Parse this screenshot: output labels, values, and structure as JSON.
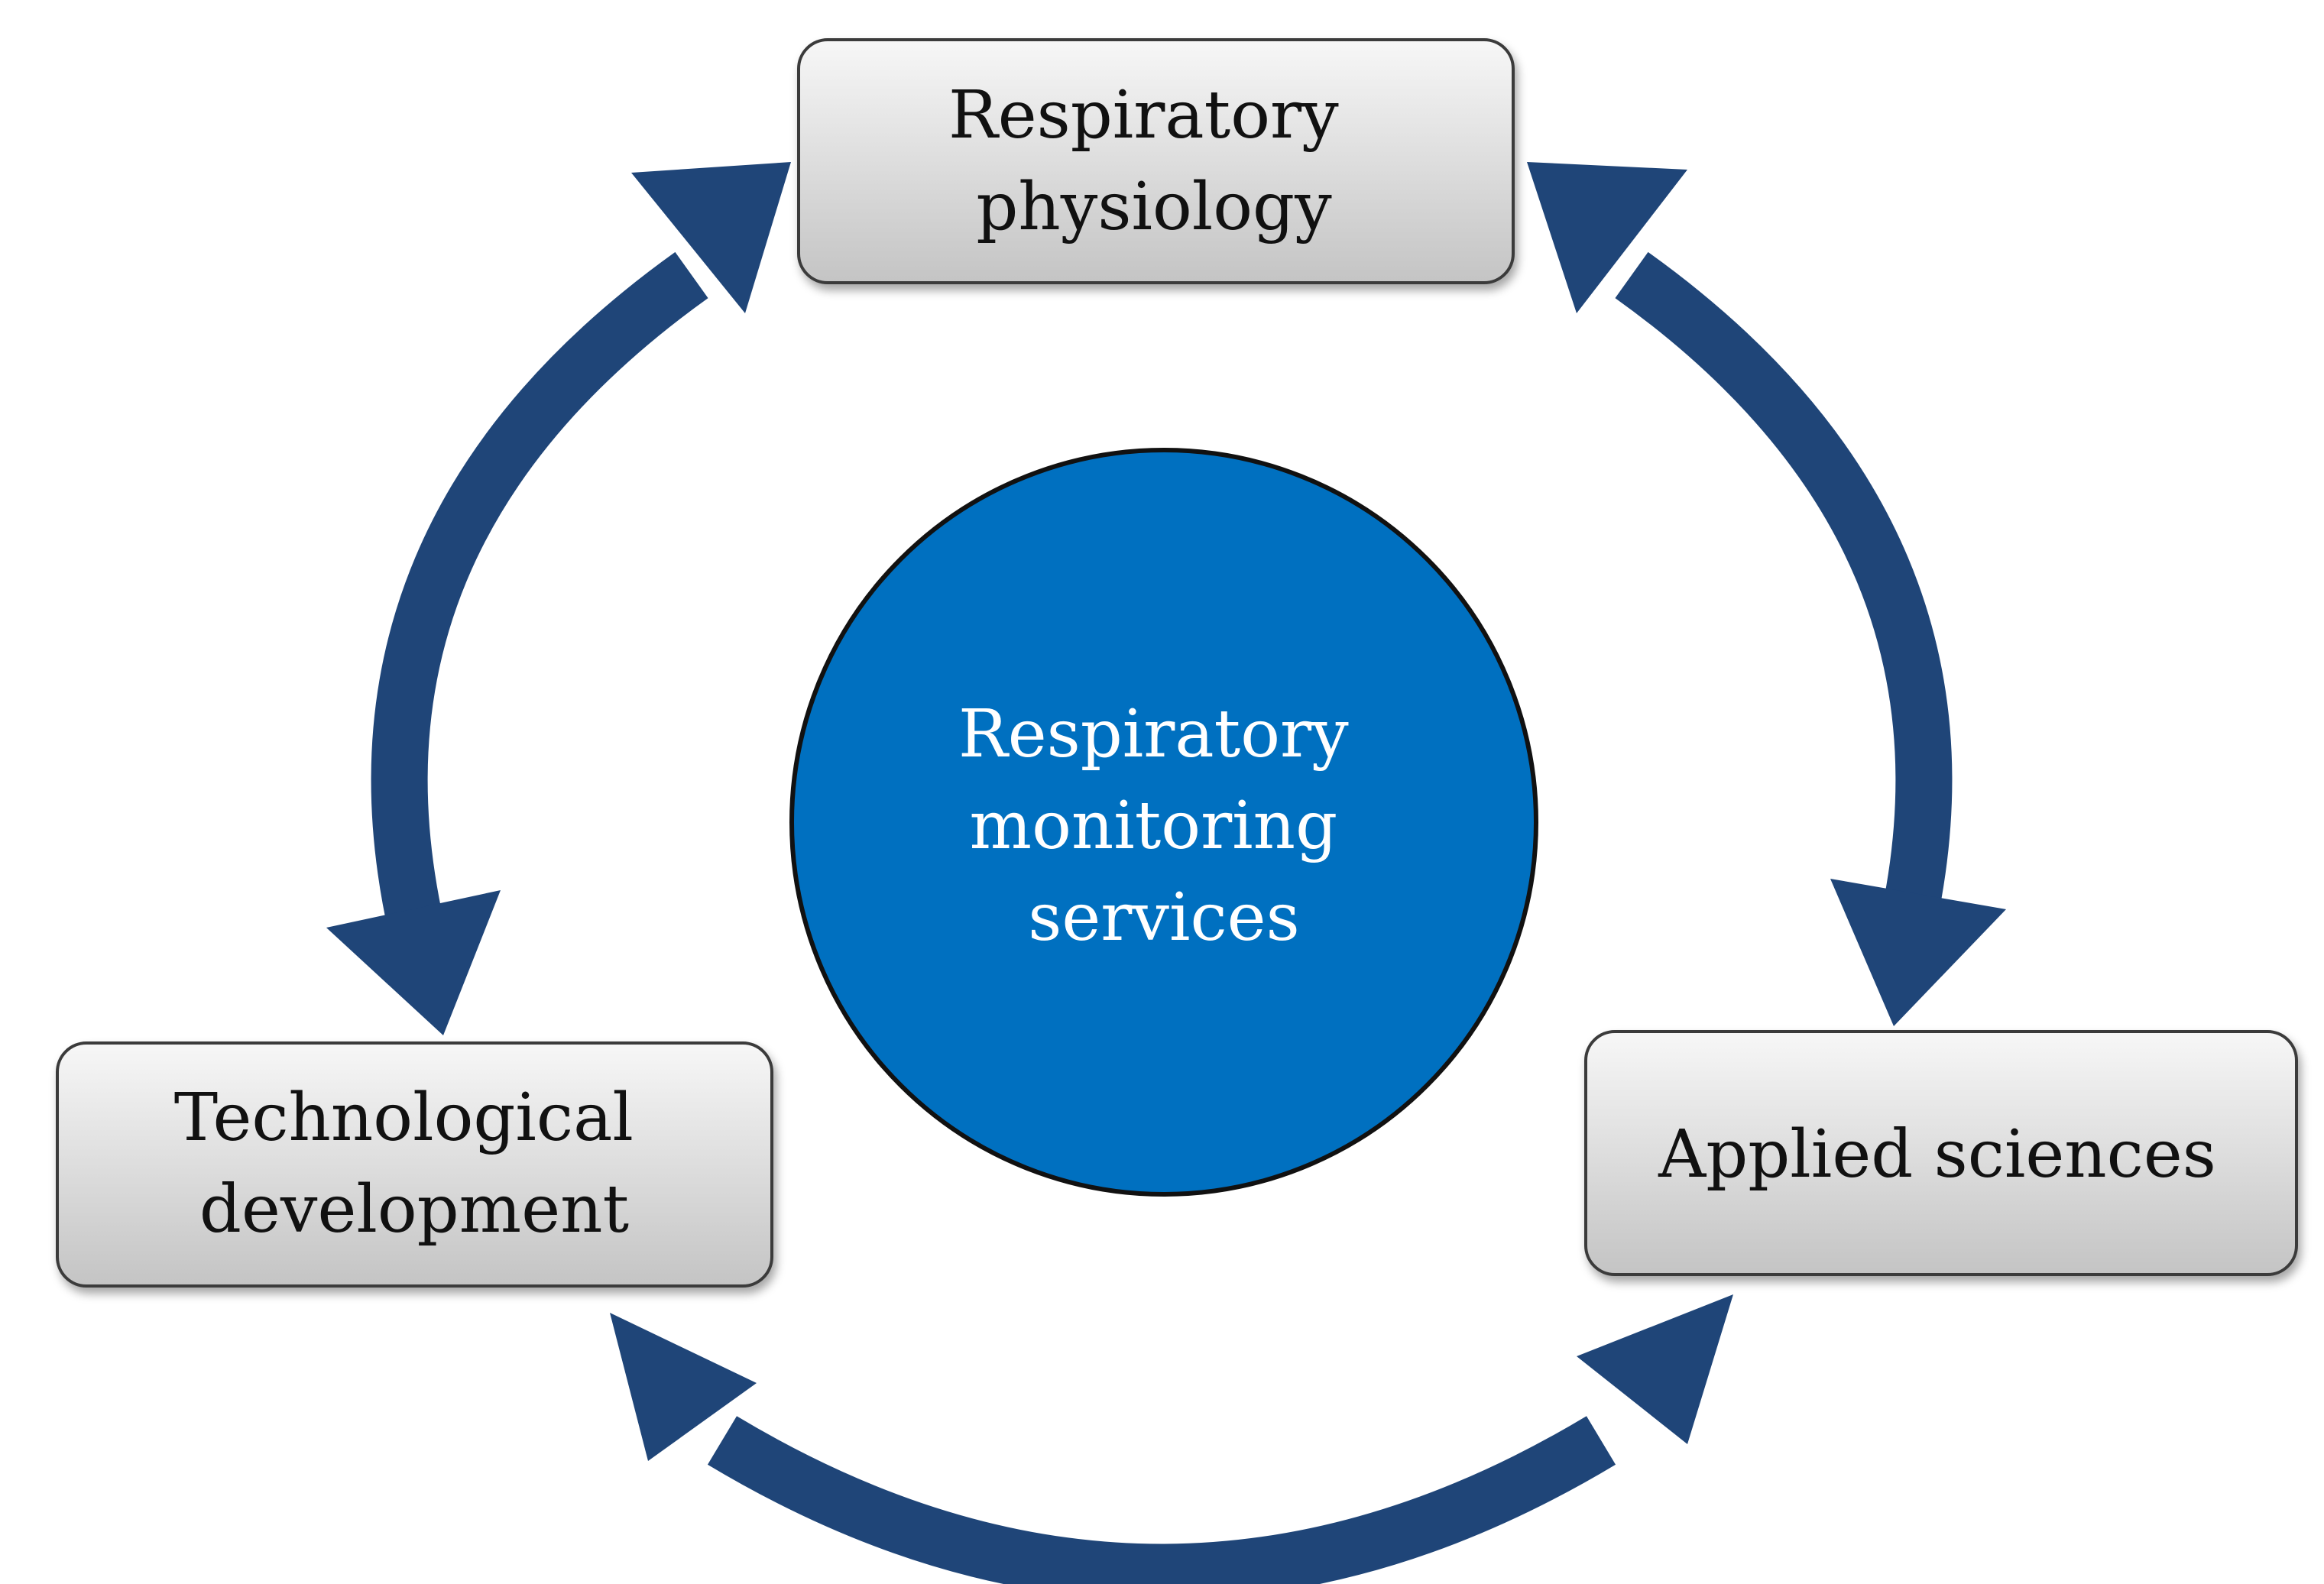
{
  "colors": {
    "arrow": "#1f4578",
    "center_fill": "#0070c0",
    "center_stroke": "#111111",
    "box_fill_top": "#f7f7f7",
    "box_fill_bottom": "#c4c4c4",
    "box_stroke": "#3a3a3a",
    "text": "#111111",
    "center_text": "#ffffff"
  },
  "center": {
    "lines": [
      "Respiratory",
      "monitoring",
      "services"
    ]
  },
  "nodes": {
    "top": {
      "lines": [
        "Respiratory",
        "physiology"
      ]
    },
    "left": {
      "lines": [
        "Technological",
        "development"
      ]
    },
    "right": {
      "lines": [
        "Applied sciences"
      ]
    }
  },
  "connections": [
    {
      "from": "top",
      "to": "left",
      "direction": "bidirectional"
    },
    {
      "from": "top",
      "to": "right",
      "direction": "bidirectional"
    },
    {
      "from": "left",
      "to": "right",
      "direction": "bidirectional"
    }
  ]
}
